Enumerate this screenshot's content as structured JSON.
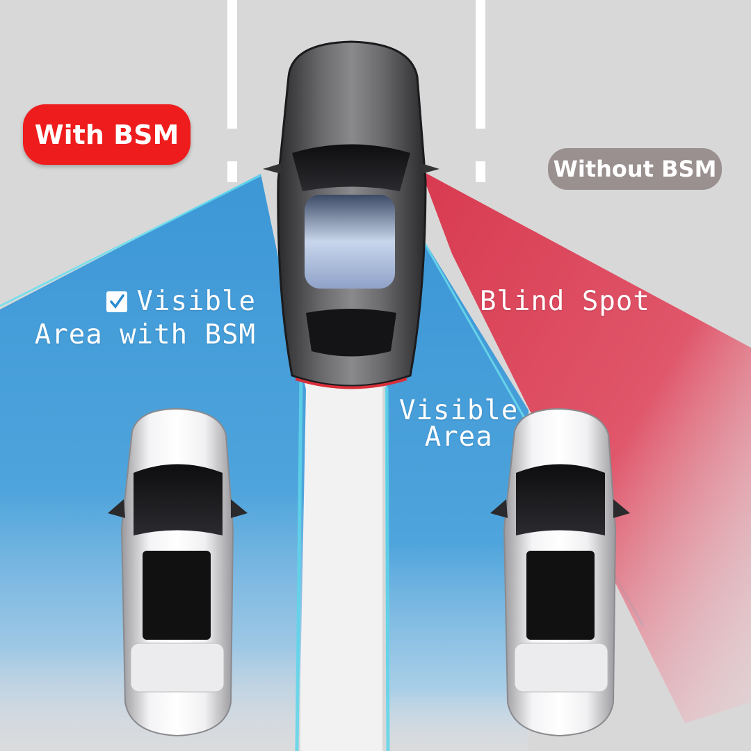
{
  "badges": {
    "with_bsm": "With BSM",
    "without_bsm": "Without BSM"
  },
  "labels": {
    "visible_area_with_bsm_line1": "Visible",
    "visible_area_with_bsm_line2": "Area with BSM",
    "blind_spot": "Blind Spot",
    "visible_area_line1": "Visible",
    "visible_area_line2": "Area"
  },
  "icons": {
    "check": "checkbox-icon"
  },
  "colors": {
    "road": "#d9d8d8",
    "lane_marking": "#ffffff",
    "visible_zone": "#4aa2d9",
    "blind_zone": "#e04a5c",
    "with_badge": "#ee1c1c",
    "without_badge": "#9a9090",
    "label_text": "#ffffff",
    "main_car": "#4a4a4c",
    "side_car": "#e8e8ea"
  }
}
